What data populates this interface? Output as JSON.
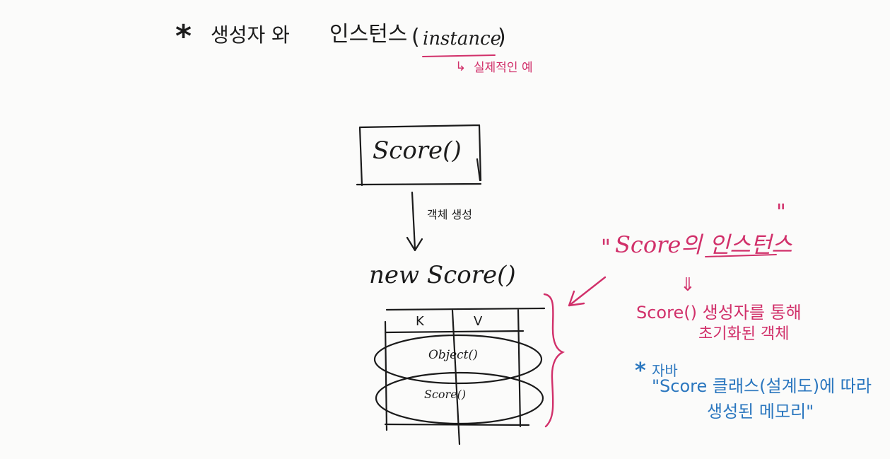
{
  "colors": {
    "ink": "#1b1b1b",
    "pink": "#d1306a",
    "blue": "#2b77bf"
  },
  "title": {
    "star": "*",
    "prefix": "생성자 와",
    "main": "인스턴스",
    "paren_open": "(",
    "word": "instance",
    "paren_close": ")"
  },
  "title_note": {
    "arrow": "↳",
    "text": "실제적인 예"
  },
  "constructor_box": {
    "label": "Score()"
  },
  "arrow_label": "객체 생성",
  "new_expr": "new Score()",
  "memory_table": {
    "col_k": "K",
    "col_v": "V",
    "rows": [
      "Object()",
      "Score()"
    ]
  },
  "pink_note": {
    "open_quote": "\"",
    "title": "Score의 인스턴스",
    "close_quote": "\"",
    "implies": "⇓",
    "line1": "Score() 생성자를 통해",
    "line2": "초기화된 객체"
  },
  "blue_note": {
    "star": "*",
    "label": "자바",
    "line1": "\"Score 클래스(설계도)에 따라",
    "line2": "생성된 메모리\""
  }
}
